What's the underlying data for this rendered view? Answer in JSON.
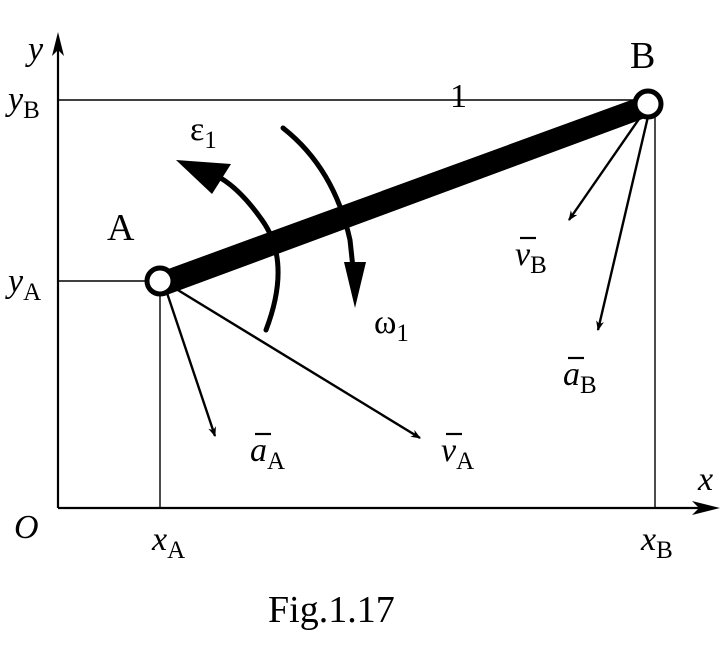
{
  "axes": {
    "x_label": "x",
    "y_label": "y",
    "origin_label": "O"
  },
  "points": {
    "A": {
      "label": "A"
    },
    "B": {
      "label": "B"
    }
  },
  "link_label": "1",
  "coordinates": {
    "xA": {
      "main": "x",
      "sub": "A"
    },
    "xB": {
      "main": "x",
      "sub": "B"
    },
    "yA": {
      "main": "y",
      "sub": "A"
    },
    "yB": {
      "main": "y",
      "sub": "B"
    }
  },
  "vectors": {
    "aA": {
      "main": "a",
      "sub": "A"
    },
    "vA": {
      "main": "v",
      "sub": "A"
    },
    "vB": {
      "main": "v",
      "sub": "B"
    },
    "aB": {
      "main": "a",
      "sub": "B"
    }
  },
  "angular": {
    "epsilon": {
      "main": "ε",
      "sub": "1"
    },
    "omega": {
      "main": "ω",
      "sub": "1"
    }
  },
  "caption": "Fig.1.17"
}
